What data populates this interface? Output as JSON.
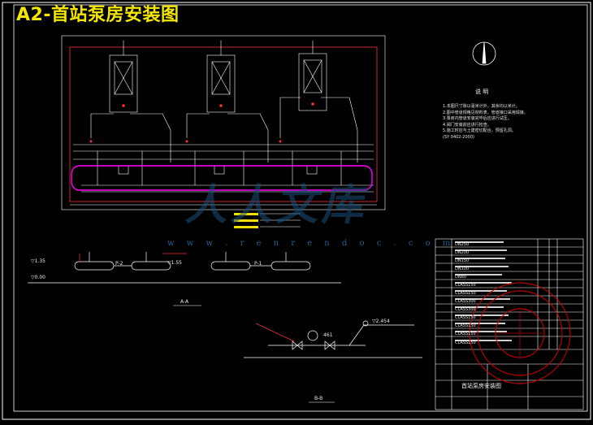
{
  "title": "A2-首站泵房安装图",
  "watermark": {
    "url": "w w w . r e n r e n d o c . c o m",
    "logo": "人人文库"
  },
  "notes": {
    "heading": "说 明",
    "lines": [
      "1.本图尺寸除以毫米计外，其余均以米计。",
      "2.图中管道规格见材料表，管道接口采用焊接。",
      "3.泵房内管道安装完毕后应进行试压。",
      "4.阀门安装前应进行检查。",
      "5.施工时应与土建密切配合，预留孔洞。",
      "(SY 0402-2000)"
    ]
  },
  "labels": {
    "section_aa": "A-A",
    "section_bb": "B-B",
    "pump1": "P-1",
    "pump2": "P-2",
    "elev1": "▽1.35",
    "elev2": "▽0.00",
    "elev3": "▽1.55",
    "elev4": "▽2.454",
    "valve_mark": "461"
  },
  "table_rows": [
    "DN250",
    "DN200",
    "DN150",
    "DN100",
    "DN80",
    "CLASS150",
    "CLASS150",
    "CLASS300",
    "CLASS300",
    "CLASS150",
    "CLASS150",
    "CLASS150",
    "CLASS150"
  ],
  "title_block": {
    "project": "首站泵房安装图"
  },
  "colors": {
    "title": "#f3e600",
    "frame": "#ffffff",
    "pipe": "#ffffff",
    "magenta": "#ff00ff",
    "red": "#ff3030",
    "stamp": "#c80000",
    "watermark": "#1c4f7a"
  }
}
